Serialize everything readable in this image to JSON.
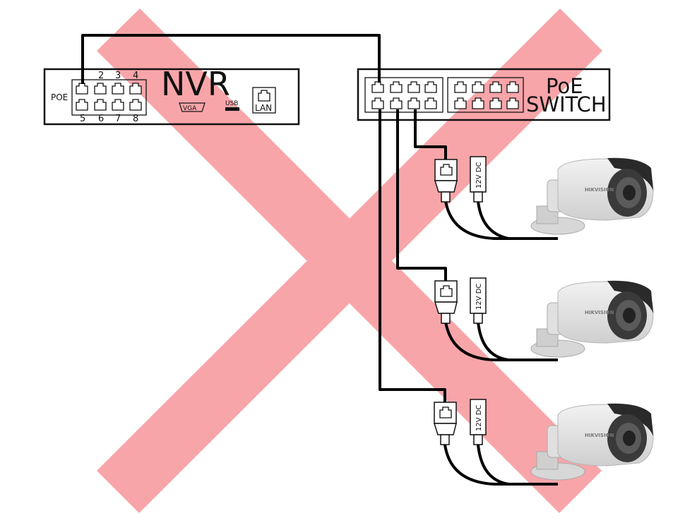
{
  "nvr": {
    "title": "NVR",
    "poe_label": "POE",
    "top_ports": [
      "2",
      "3",
      "4"
    ],
    "bottom_ports": [
      "5",
      "6",
      "7",
      "8"
    ],
    "vga_label": "VGA",
    "usb_label": "USB",
    "lan_label": "LAN"
  },
  "switch": {
    "title_line1": "PoE",
    "title_line2": "SWITCH"
  },
  "injectors": {
    "dc_label": "12V DC"
  },
  "cameras": {
    "brand": "HIKVISION"
  },
  "colors": {
    "cross": "#f8a5a9",
    "line": "#000000",
    "camera_body": "#e6e6e6"
  }
}
